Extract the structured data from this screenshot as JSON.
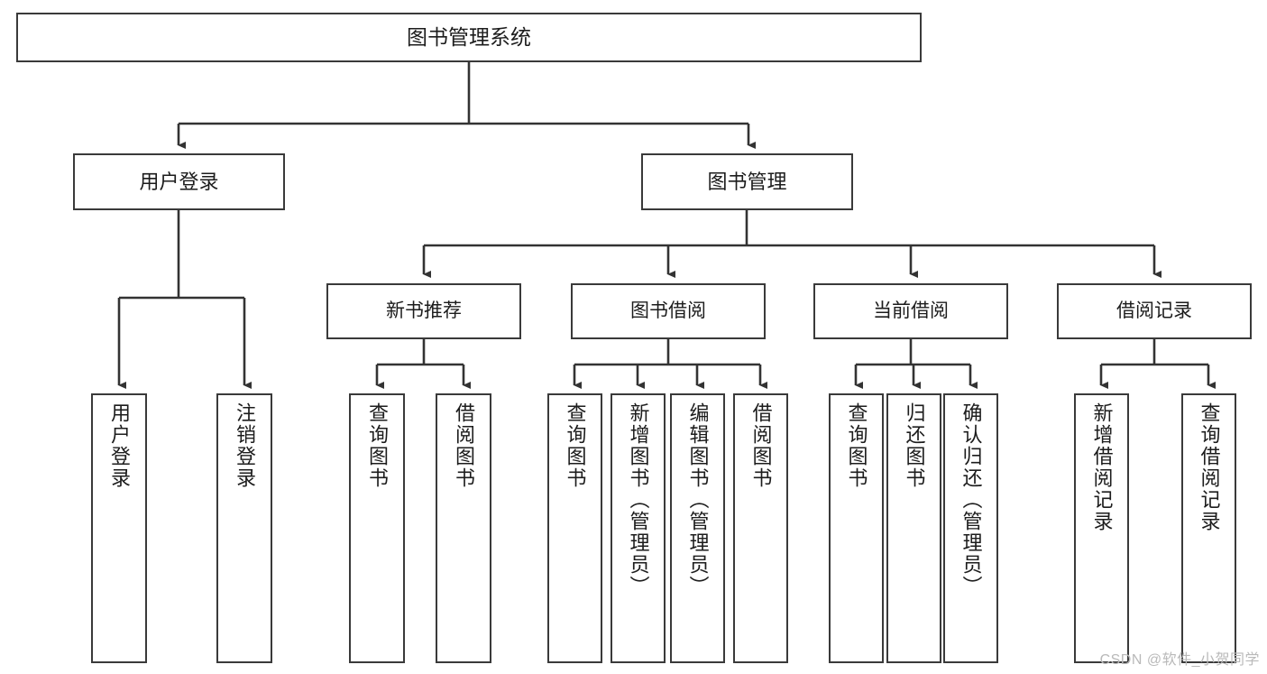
{
  "diagram": {
    "type": "tree-hierarchy",
    "title": "图书管理系统",
    "orientation": "top-down",
    "colors": {
      "box_border": "#3a3a3a",
      "box_fill": "#ffffff",
      "connector": "#333333",
      "text": "#1c1c1c",
      "watermark": "#b9b9b9",
      "background": "#ffffff"
    },
    "watermark": "CSDN @软件_小贺同学",
    "nodes": {
      "root": {
        "label": "图书管理系统",
        "level": 1
      },
      "level2": [
        {
          "id": "user-login",
          "label": "用户登录"
        },
        {
          "id": "book-management",
          "label": "图书管理"
        }
      ],
      "level3": [
        {
          "id": "new-book-recommend",
          "label": "新书推荐",
          "parent": "book-management"
        },
        {
          "id": "book-borrow",
          "label": "图书借阅",
          "parent": "book-management"
        },
        {
          "id": "current-borrow",
          "label": "当前借阅",
          "parent": "book-management"
        },
        {
          "id": "borrow-record",
          "label": "借阅记录",
          "parent": "book-management"
        }
      ],
      "leaves": [
        {
          "id": "leaf-user-login",
          "label": "用户登录",
          "parent": "user-login"
        },
        {
          "id": "leaf-logout-login",
          "label": "注销登录",
          "parent": "user-login"
        },
        {
          "id": "leaf-query-book-1",
          "label": "查询图书",
          "parent": "new-book-recommend"
        },
        {
          "id": "leaf-borrow-book-1",
          "label": "借阅图书",
          "parent": "new-book-recommend"
        },
        {
          "id": "leaf-query-book-2",
          "label": "查询图书",
          "parent": "book-borrow"
        },
        {
          "id": "leaf-add-book",
          "label": "新增图书（管理员）",
          "parent": "book-borrow"
        },
        {
          "id": "leaf-edit-book",
          "label": "编辑图书（管理员）",
          "parent": "book-borrow"
        },
        {
          "id": "leaf-borrow-book-2",
          "label": "借阅图书",
          "parent": "book-borrow"
        },
        {
          "id": "leaf-query-book-3",
          "label": "查询图书",
          "parent": "current-borrow"
        },
        {
          "id": "leaf-return-book",
          "label": "归还图书",
          "parent": "current-borrow"
        },
        {
          "id": "leaf-confirm-return",
          "label": "确认归还（管理员）",
          "parent": "current-borrow"
        },
        {
          "id": "leaf-add-record",
          "label": "新增借阅记录",
          "parent": "borrow-record"
        },
        {
          "id": "leaf-query-record",
          "label": "查询借阅记录",
          "parent": "borrow-record"
        }
      ]
    }
  }
}
